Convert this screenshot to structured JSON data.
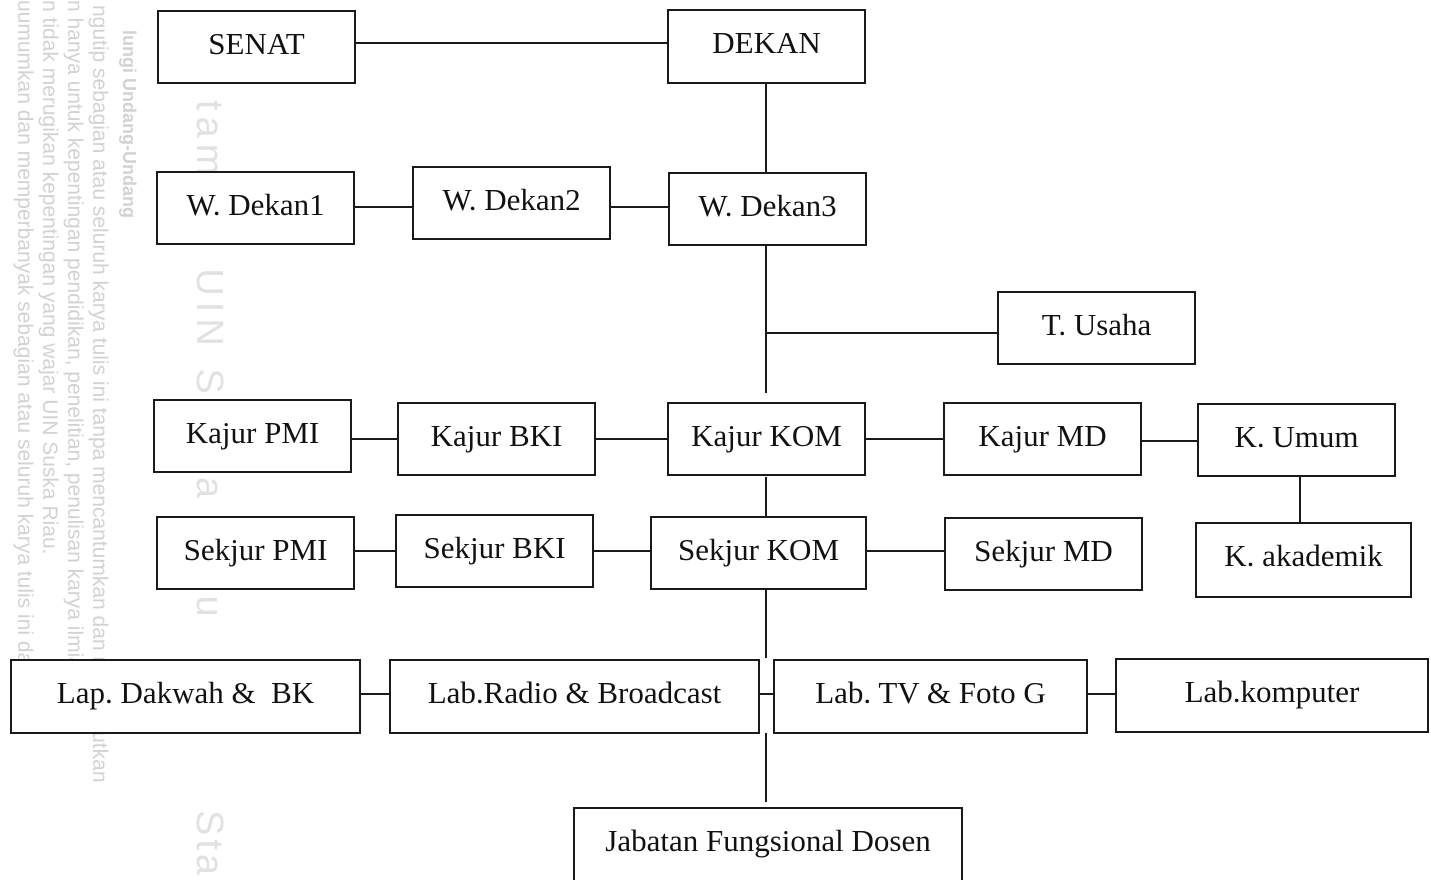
{
  "colors": {
    "border": "#1a1a1a",
    "text": "#111111",
    "background": "#ffffff",
    "watermark": "#7a7a7a"
  },
  "nodes": {
    "senat": "SENAT",
    "dekan": "DEKAN",
    "wdekan1": "W. Dekan1",
    "wdekan2": "W. Dekan2",
    "wdekan3": "W. Dekan3",
    "tusaha": "T. Usaha",
    "kajur_pmi": "Kajur PMI",
    "kajur_bki": "Kajur BKI",
    "kajur_kom": "Kajur KOM",
    "kajur_md": "Kajur MD",
    "k_umum": "K. Umum",
    "sekjur_pmi": "Sekjur PMI",
    "sekjur_bki": "Sekjur BKI",
    "sekjur_kom": "Sekjur KOM",
    "sekjur_md": "Sekjur MD",
    "k_akademik": "K. akademik",
    "lab_dakwah": "Lap. Dakwah &  BK",
    "lab_radio": "Lab.Radio & Broadcast",
    "lab_tv": "Lab. TV & Foto G",
    "lab_komputer": "Lab.komputer",
    "jabatan": "Jabatan Fungsional Dosen"
  },
  "watermark": {
    "lines": [
      "lungi Undang-Undang",
      "ngutip sebagian atau seluruh karya tulis ini tanpa mencantumkan dan menyebutkan",
      "n hanya untuk kepentingan pendidikan, penelitian, penulisan karya ilmiah, pe",
      "n tidak merugikan kepentingan yang wajar UIN Suska Riau.",
      "uumumkan dan memperbanyak sebagian atau seluruh karya tulis ini dalam"
    ],
    "campus": "tam lik UIN Suska Riau",
    "state": "Stat"
  }
}
